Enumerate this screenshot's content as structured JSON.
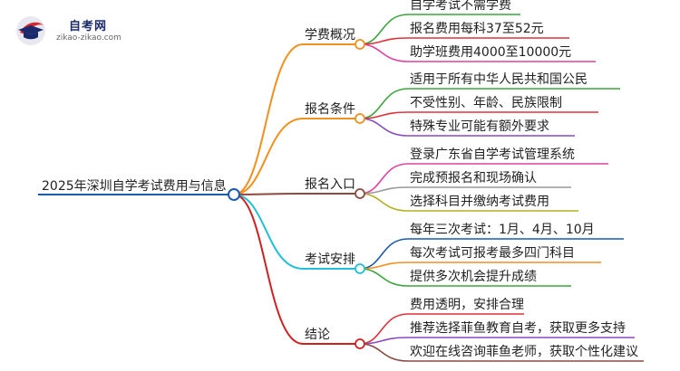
{
  "logo": {
    "title": "自考网",
    "subtitle": "zikao-zikao.com"
  },
  "root": {
    "label": "2025年深圳自学考试费用与信息"
  },
  "branches": [
    {
      "label": "学费概况",
      "color": "#f0901e",
      "leaves": [
        {
          "label": "自学考试不需学费",
          "color": "#3aa63a"
        },
        {
          "label": "报名费用每科37至52元",
          "color": "#e0303a"
        },
        {
          "label": "助学班费用4000至10000元",
          "color": "#e040a0"
        }
      ]
    },
    {
      "label": "报名条件",
      "color": "#f0901e",
      "leaves": [
        {
          "label": "适用于所有中华人民共和国公民",
          "color": "#3aa63a"
        },
        {
          "label": "不受性别、年龄、民族限制",
          "color": "#e0303a"
        },
        {
          "label": "特殊专业可能有额外要求",
          "color": "#8a4ac0"
        }
      ]
    },
    {
      "label": "报名入口",
      "color": "#8a4a40",
      "leaves": [
        {
          "label": "登录广东省自学考试管理系统",
          "color": "#e040a0"
        },
        {
          "label": "完成预报名和现场确认",
          "color": "#999999"
        },
        {
          "label": "选择科目并缴纳考试费用",
          "color": "#b0b020"
        }
      ]
    },
    {
      "label": "考试安排",
      "color": "#20c0d8",
      "leaves": [
        {
          "label": "每年三次考试：1月、4月、10月",
          "color": "#1a5ab0"
        },
        {
          "label": "每次考试可报考最多四门科目",
          "color": "#f0901e"
        },
        {
          "label": "提供多次机会提升成绩",
          "color": "#3aa63a"
        }
      ]
    },
    {
      "label": "结论",
      "color": "#d02020",
      "leaves": [
        {
          "label": "费用透明，安排合理",
          "color": "#e0303a"
        },
        {
          "label": "推荐选择菲鱼教育自考，获取更多支持",
          "color": "#8a4ac0"
        },
        {
          "label": "欢迎在线咨询菲鱼老师，获取个性化建议",
          "color": "#8a4a40"
        }
      ]
    }
  ]
}
